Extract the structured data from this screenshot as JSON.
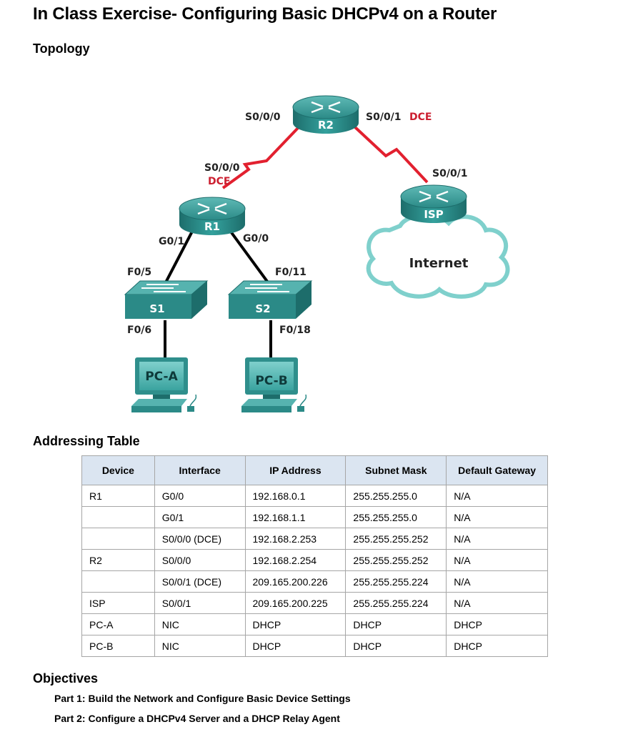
{
  "title": "In Class Exercise- Configuring Basic DHCPv4 on a Router",
  "topology": {
    "heading": "Topology",
    "devices": {
      "r1": "R1",
      "r2": "R2",
      "isp": "ISP",
      "s1": "S1",
      "s2": "S2",
      "pca": "PC-A",
      "pcb": "PC-B",
      "internet": "Internet"
    },
    "labels": {
      "r2_s000": "S0/0/0",
      "r2_s001": "S0/0/1",
      "r2_dce": "DCE",
      "r1_s000": "S0/0/0",
      "r1_dce": "DCE",
      "isp_s001": "S0/0/1",
      "r1_g01": "G0/1",
      "r1_g00": "G0/0",
      "s1_f05": "F0/5",
      "s1_f06": "F0/6",
      "s2_f011": "F0/11",
      "s2_f018": "F0/18"
    },
    "colors": {
      "device": "#2f8f8c",
      "serial_link": "#e2202f",
      "ethernet_link": "#000000",
      "dce_text": "#cc1f30"
    }
  },
  "addressing": {
    "heading": "Addressing Table",
    "columns": [
      "Device",
      "Interface",
      "IP Address",
      "Subnet Mask",
      "Default Gateway"
    ],
    "rows": [
      [
        "R1",
        "G0/0",
        "192.168.0.1",
        "255.255.255.0",
        "N/A"
      ],
      [
        "",
        "G0/1",
        "192.168.1.1",
        "255.255.255.0",
        "N/A"
      ],
      [
        "",
        "S0/0/0 (DCE)",
        "192.168.2.253",
        "255.255.255.252",
        "N/A"
      ],
      [
        "R2",
        "S0/0/0",
        "192.168.2.254",
        "255.255.255.252",
        "N/A"
      ],
      [
        "",
        "S0/0/1 (DCE)",
        "209.165.200.226",
        "255.255.255.224",
        "N/A"
      ],
      [
        "ISP",
        "S0/0/1",
        "209.165.200.225",
        "255.255.255.224",
        "N/A"
      ],
      [
        "PC-A",
        "NIC",
        "DHCP",
        "DHCP",
        "DHCP"
      ],
      [
        "PC-B",
        "NIC",
        "DHCP",
        "DHCP",
        "DHCP"
      ]
    ]
  },
  "objectives": {
    "heading": "Objectives",
    "part1": "Part 1: Build the Network and Configure Basic Device Settings",
    "part2": "Part 2: Configure a DHCPv4 Server and a DHCP Relay Agent"
  }
}
